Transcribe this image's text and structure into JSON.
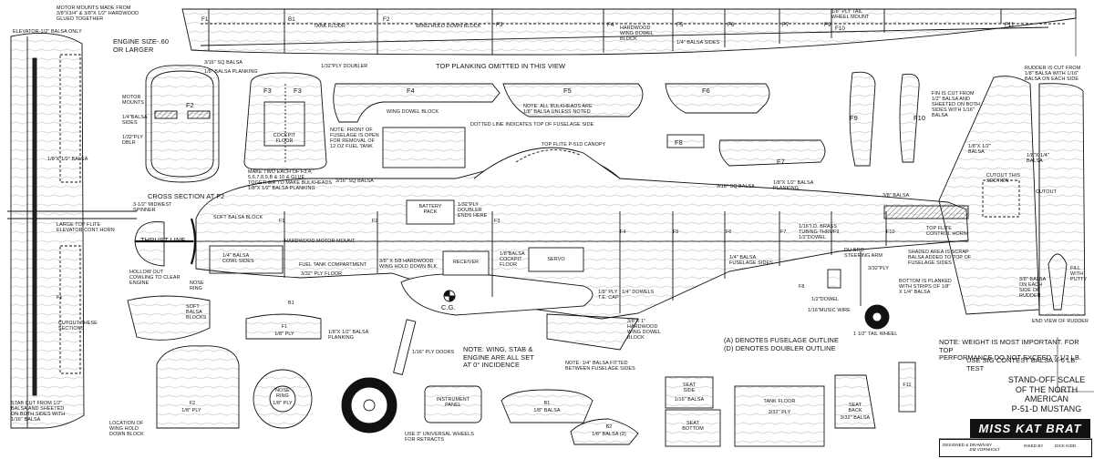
{
  "sheet": {
    "title": "MISS KAT BRAT",
    "subtitle": "STAND-OFF SCALE\nOF THE NORTH AMERICAN\nP-51-D MUSTANG",
    "note_weight": "NOTE: WEIGHT IS MOST IMPORTANT. FOR TOP\nPERFORMANCE DO NOT EXCEED 7-1/2 LB.",
    "note_balsa": "USE SIG CONTEST BALSA 4-6 LB. TEST",
    "designed_label": "DESIGNED &\nDRAWN BY",
    "designer": "JIM VORNHOLT",
    "inked_label": "INKED BY",
    "inker": "DICK KIDD"
  },
  "top_view": {
    "motor_mounts": "MOTOR MOUNTS MADE FROM\n3/8\"X3/4\" & 3/8\"X 1/2\" HARDWOOD\nGLUED TOGETHER",
    "engine_size": "ENGINE SIZE-.60\nOR LARGER",
    "elevator": "ELEVATOR-1/2\" BALSA ONLY",
    "tank_floor": "TANK FLOOR",
    "wing_hold": "WING HOLD DOWN BLOCK",
    "ply_doubler": "1/32\"PLY DOUBLER",
    "hardwood_block": "HARDWOOD\nWING DOWEL\nBLOCK",
    "balsa_sides": "1/4\" BALSA SIDES",
    "tail_mount": "1/8\" PLY TAIL\nWHEEL MOUNT",
    "top_planking": "TOP PLANKING OMITTED IN THIS VIEW"
  },
  "stations": {
    "f1": "F1",
    "b1": "B1",
    "f2": "F2",
    "f3": "F3",
    "f4": "F4",
    "f5": "F5",
    "f6": "F6",
    "f7": "F7",
    "f8": "F8",
    "f9": "F9",
    "f10": "F10",
    "f11": "F11"
  },
  "cross_section": {
    "sq_balsa": "3/16\" SQ BALSA",
    "planking": "1/8\" BALSA PLANKING",
    "motor_mounts": "MOTOR\nMOUNTS",
    "balsa_sides": "1/4\"BALSA\nSIDES",
    "ply_dblr": "1/32\"PLY\nDBLR",
    "cockpit_floor": "COCKPIT\nFLOOR",
    "title": "CROSS SECTION AT F2",
    "make_two": "MAKE TWO EACH OF F3,4,\n5,6,7,8,9,B & 10 & GLUE\nTOGETHER TO MAKE BULKHEADS"
  },
  "bulkheads": {
    "f4": "F4",
    "f5": "F5",
    "f6": "F6",
    "f7": "F7",
    "f8": "F8",
    "f9": "F9",
    "f10": "F10",
    "wing_dowel": "WING DOWEL BLOCK",
    "note_front": "NOTE: FRONT OF\nFUSELAGE IS OPEN\nFOR REMOVAL OF\n12 OZ FUEL TANK",
    "note_bulkheads": "NOTE: ALL BULKHEADS ARE\n1/8\" BALSA UNLESS NOTED",
    "dotted_line": "DOTTED LINE INDICATES TOP OF FUSELAGE SIDE",
    "canopy": "TOP FLITE P-51D CANOPY"
  },
  "side_view": {
    "spinner": "3-1/2\" MIDWEST\nSPINNER",
    "soft_block": "SOFT BALSA BLOCK",
    "thrust_line": "THRUST LINE",
    "cowl_sides": "1/4\" BALSA\nCOWL SIDES",
    "hardwood_motor": "HARDWOOD MOTOR MOUNT",
    "fuel_tank": "FUEL TANK COMPARTMENT",
    "ply_floor": "3/32\" PLY FLOOR",
    "battery": "BATTERY\nPACK",
    "ply_doubler_ends": "1/32\"PLY\nDOUBLER\nENDS HERE",
    "hardwood_blk": "3/8\" X 5/8 HARDWOOD\nWING HOLD DOWN BLK",
    "receiver": "RECEIVER",
    "cockpit_floor": "1/8\"BALSA\nCOCKPIT\nFLOOR",
    "servo": "SERVO",
    "hollow_cowl": "HOLLOW OUT\nCOWLING TO CLEAR\nENGINE",
    "nose_ring": "NOSE\nRING",
    "soft_blocks": "SOFT\nBALSA\nBLOCKS",
    "balsa_planking": "1/8\"X 1/2\" BALSA\nPLANKING",
    "planking_top": "1/8\"X 1/2\" BALSA PLANKING",
    "sq_balsa_top": "3/16\" SQ BALSA",
    "sq_balsa_mid": "3/16\" SQ BALSA",
    "planking_rear": "1/8\"X 1/2\" BALSA\nPLANKING",
    "fuselage_sides": "1/4\" BALSA\nFUSELAGE SIDES",
    "te_cap": "1/8\" PLY\nT.E. CAP",
    "dowels": "1/4\" DOWELS",
    "cg": "C.G.",
    "wing_dowel": "3/8\"X 1\"\nHARDWOOD\nWING DOWEL\nBLOCK",
    "ply_doors": "1/16\" PLY DOORS",
    "note_incidence": "NOTE: WING, STAB &\nENGINE ARE ALL SET\nAT 0° INCIDENCE",
    "note_fitted": "NOTE: 1/4\" BALSA FITTED\nBETWEEN FUSELAGE SIDES",
    "denotes_outline": "(A) DENOTES FUSELAGE OUTLINE\n(D) DENOTES DOUBLER OUTLINE",
    "brass_tubing": "1/16\"I.D. BRASS\nTUBING THRU\n1/2\"DOWEL",
    "steering_arm": "DU-BRO\nSTEERING ARM",
    "ply_332": "3/32\"PLY",
    "dowel_12": "1/2\"DOWEL",
    "music_wire": "1/16\"MUSIC WIRE",
    "tail_wheel": "1 1/2\" TAIL WHEEL",
    "bottom_planked": "BOTTOM IS PLANKED\nWITH STRIPS OF 1/8\"\nX 1/4\" BALSA",
    "shaded": "SHADED AREA IS SCRAP\nBALSA ADDED TO TOP OF\nFUSELAGE SIDES",
    "control_horn": "TOP FLITE\nCONTROL HORN",
    "balsa_38": "3/8\" BALSA",
    "retracts": "USE 3\" UNIVERSAL WHEELS\nFOR RETRACTS",
    "wheel_loc": "LOCATION OF\nWING HOLD\nDOWN BLOCK"
  },
  "stab": {
    "stab_cut": "STAB CUT FROM 1/2\"\nBALSA AND SHEETED\nON BOTH SIDES WITH\n1/16\" BALSA",
    "balsa_18x12": "1/8\"X 1/2\" BALSA",
    "elevator_horn": "LARGE TOP FLITE\nELEVATOR CONT HORN",
    "cutout": "CUTOUT THESE\nSECTIONS"
  },
  "fin": {
    "rudder_cut": "RUDDER IS CUT FROM\n1/8\" BALSA WITH 1/16\"\nBALSA ON EACH SIDE",
    "fin_cut": "FIN IS CUT FROM\n1/2\" BALSA AND\nSHEETED ON BOTH\nSIDES WITH 1/16\"\nBALSA",
    "balsa_1": "1/8\"X 1/2\"\nBALSA",
    "balsa_2": "1/8\"X 1/4\"\nBALSA",
    "cutout_section": "CUTOUT THIS\nSECTION",
    "cutout": "CUTOUT",
    "balsa_38_each": "3/8\" BALSA\nON EACH\nSIDE OF\nRUDDER",
    "fill_putty": "FILL\nWITH\nPUTTY",
    "end_view": "END VIEW OF RUDDER"
  },
  "parts": {
    "f1": "F1",
    "f1_ply": "1/8\" PLY",
    "f2": "F2",
    "f2_ply": "1/8\" PLY",
    "nose_ring": "NOSE\nRING",
    "nose_ply": "1/8\" PLY",
    "instrument": "INSTRUMENT\nPANEL",
    "b1": "B1",
    "b1_balsa": "1/8\" BALSA",
    "b2": "B2",
    "b2_balsa": "1/8\" BALSA (2)",
    "seat_side": "SEAT\nSIDE",
    "seat_side_balsa": "1/16\" BALSA",
    "seat_bottom": "SEAT\nBOTTOM",
    "tank_floor": "TANK FLOOR",
    "tank_floor_ply": "3/32\" PLY",
    "seat_back": "SEAT\nBACK",
    "seat_back_balsa": "3/32\" BALSA",
    "f11": "F11"
  }
}
